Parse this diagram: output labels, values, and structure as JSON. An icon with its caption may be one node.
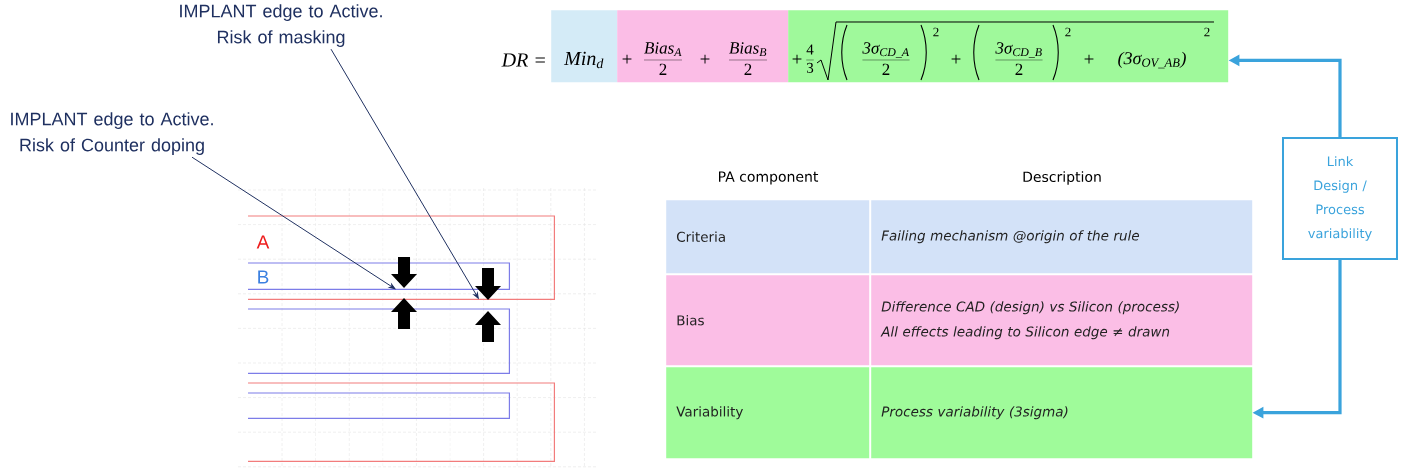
{
  "diagram": {
    "nodes": [
      {
        "text": [
          "IMPLANT edge to Active.",
          "Risk of masking"
        ]
      },
      {
        "text": [
          "IMPLANT edge to Active.",
          "Risk of Counter doping"
        ]
      },
      {
        "text": [
          "A"
        ]
      },
      {
        "text": [
          "B"
        ],
        "in": 2
      },
      {
        "text": [],
        "shape": "box"
      },
      {
        "text": [],
        "shape": "box"
      },
      {
        "text": [],
        "shape": "box",
        "in": 5
      },
      {
        "text": [
          "Min$_{d}$"
        ]
      },
      {
        "text": [
          "+",
          "Bias$_{A}$",
          "2",
          "+",
          "Bias$_{B}$",
          "2"
        ]
      },
      {
        "text": [
          "+",
          "4",
          "3",
          "3σ$_{CD_A}$",
          "2",
          "2",
          "+",
          "3σ$_{CD_B}$",
          "2",
          "2",
          "+",
          "(3σ$_{OV_AB}$)",
          "2"
        ]
      },
      {
        "text": [
          "Criteria"
        ]
      },
      {
        "text": [
          "Failing mechanism @origin of the rule"
        ]
      },
      {
        "text": [
          "Bias"
        ]
      },
      {
        "text": [
          "Difference CAD (design) vs Silicon (process)",
          "All effects leading to Silicon edge ≠ drawn"
        ]
      },
      {
        "text": [
          "Variability"
        ]
      },
      {
        "text": [
          "Process variability (3sigma)"
        ]
      },
      {
        "text": [
          "Link Design / Process variability"
        ]
      }
    ],
    "edges": [
      {
        "from": 0,
        "to": 2,
        "arrow": "to"
      },
      {
        "from": 1,
        "to": 3,
        "arrow": "to"
      },
      {
        "from": 16,
        "to": 9,
        "arrow": "to",
        "style": "thick",
        "color": "#3aa3dc"
      },
      {
        "from": 16,
        "to": 15,
        "arrow": "to",
        "style": "thick",
        "color": "#3aa3dc"
      }
    ],
    "labels": [
      "DR =",
      "PA component",
      "Description"
    ]
  }
}
